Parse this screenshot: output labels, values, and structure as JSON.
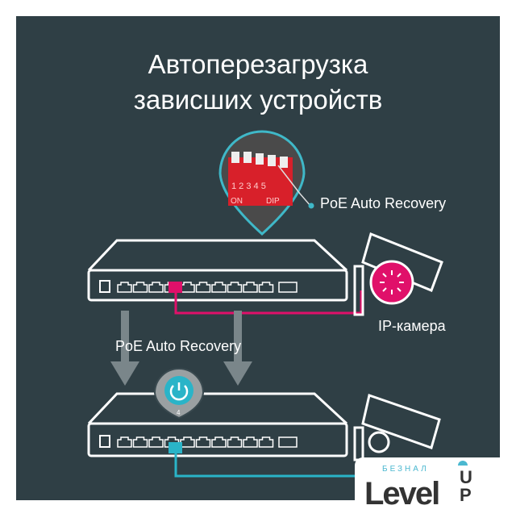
{
  "title_line1": "Автоперезагрузка",
  "title_line2": "зависших устройств",
  "dip_label": "PoE Auto Recovery",
  "dip_switch": {
    "numbers": [
      "1",
      "2",
      "3",
      "4",
      "5"
    ],
    "on_label": "ON",
    "dip_label": "DIP"
  },
  "camera_label": "IP-камера",
  "arrow_label": "PoE Auto Recovery",
  "port_number": "4",
  "logo": {
    "small": "БЕЗНАЛ",
    "main": "Level",
    "up": "UP"
  },
  "colors": {
    "background": "#2f3f45",
    "accent_magenta": "#e0106a",
    "accent_cyan": "#2ab4c8",
    "dip_red": "#d8202a"
  }
}
